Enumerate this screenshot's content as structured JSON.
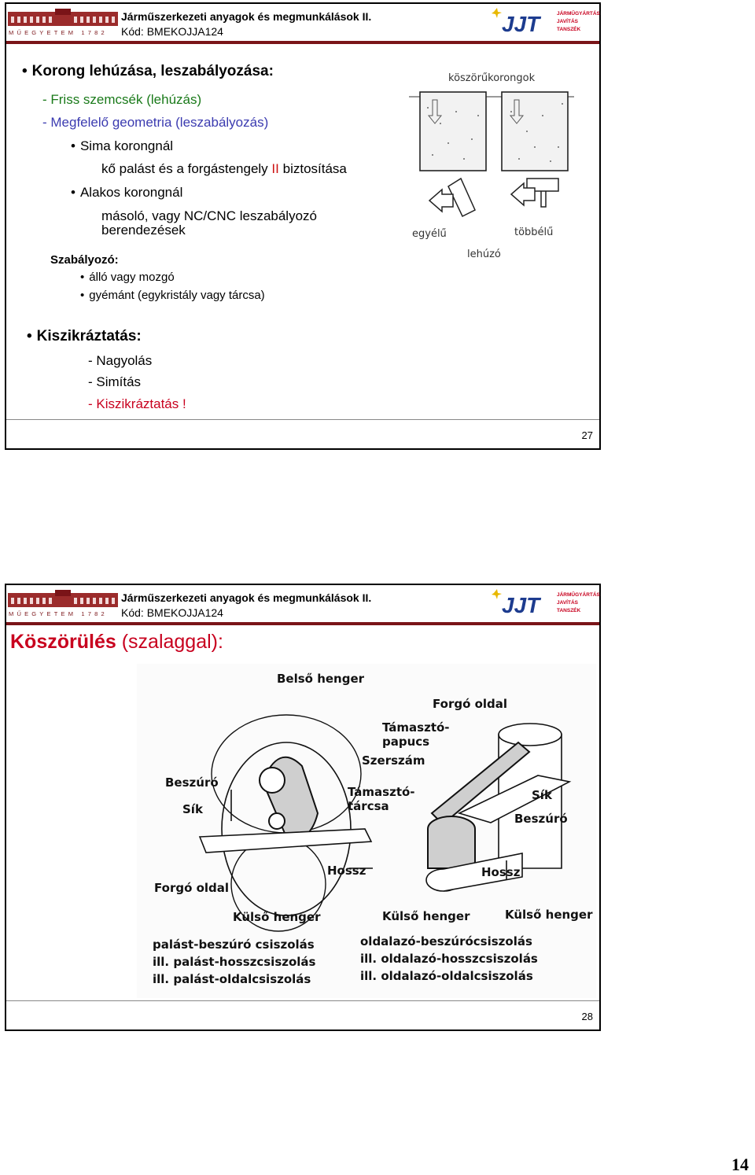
{
  "header": {
    "course_title": "Járműszerkezeti anyagok és megmunkálások II.",
    "course_code": "Kód: BMEKOJJA124",
    "bme_logo_text": "MŰEGYETEM 1782",
    "jjt_logo_text": "JJT",
    "jjt_dept_lines": [
      "JÁRMŰGYÁRTÁS ÉS",
      "JAVÍTÁS",
      "TANSZÉK"
    ],
    "accent_color": "#7a1418"
  },
  "slide1": {
    "heading": "Korong lehúzása, leszabályozása:",
    "items": [
      "- Friss szemcsék (lehúzás)",
      "- Megfelelő geometria (leszabályozás)"
    ],
    "sima": "Sima korongnál",
    "sima_desc_prefix": "kő palást és a forgástengely",
    "sima_desc_symbol": "II",
    "sima_desc_suffix": "biztosítása",
    "alakos": "Alakos korongnál",
    "alakos_desc_line1": "másoló, vagy NC/CNC leszabályozó",
    "alakos_desc_line2": "berendezések",
    "szabalyozo_label": "Szabályozó:",
    "szabalyozo_items": [
      "álló vagy mozgó",
      "gyémánt (egykristály vagy tárcsa)"
    ],
    "kisz_heading": "Kiszikráztatás:",
    "kisz_items": [
      "- Nagyolás",
      "- Simítás",
      "- Kiszikráztatás !"
    ],
    "figure_labels": {
      "top": "köszörűkorongok",
      "left": "egyélű",
      "right": "többélű",
      "bottom": "lehúzó"
    },
    "page": "27"
  },
  "slide2": {
    "title_bold": "Köszörülés",
    "title_rest": "(szalaggal):",
    "figure_labels": {
      "belso_henger": "Belső henger",
      "forgo_oldal_r": "Forgó oldal",
      "tamaszto_papucs_1": "Támasztó-",
      "tamaszto_papucs_2": "papucs",
      "szerszam": "Szerszám",
      "beszuro_l": "Beszúró",
      "sik_l": "Sík",
      "tamaszto_tarcsa_1": "Támasztó-",
      "tamaszto_tarcsa_2": "tárcsa",
      "sik_r": "Sík",
      "beszuro_r": "Beszúró",
      "hossz_l": "Hossz",
      "hossz_r": "Hossz",
      "forgo_oldal_l": "Forgó oldal",
      "kulso_henger_1": "Külső henger",
      "kulso_henger_2": "Külső henger",
      "kulso_henger_3": "Külső henger",
      "left_caption": [
        "palást-beszúró csiszolás",
        "ill. palást-hosszcsiszolás",
        "ill. palást-oldalcsiszolás"
      ],
      "right_caption": [
        "oldalazó-beszúrócsiszolás",
        "ill. oldalazó-hosszcsiszolás",
        "ill. oldalazó-oldalcsiszolás"
      ]
    },
    "page": "28"
  },
  "document_page_number": "14"
}
